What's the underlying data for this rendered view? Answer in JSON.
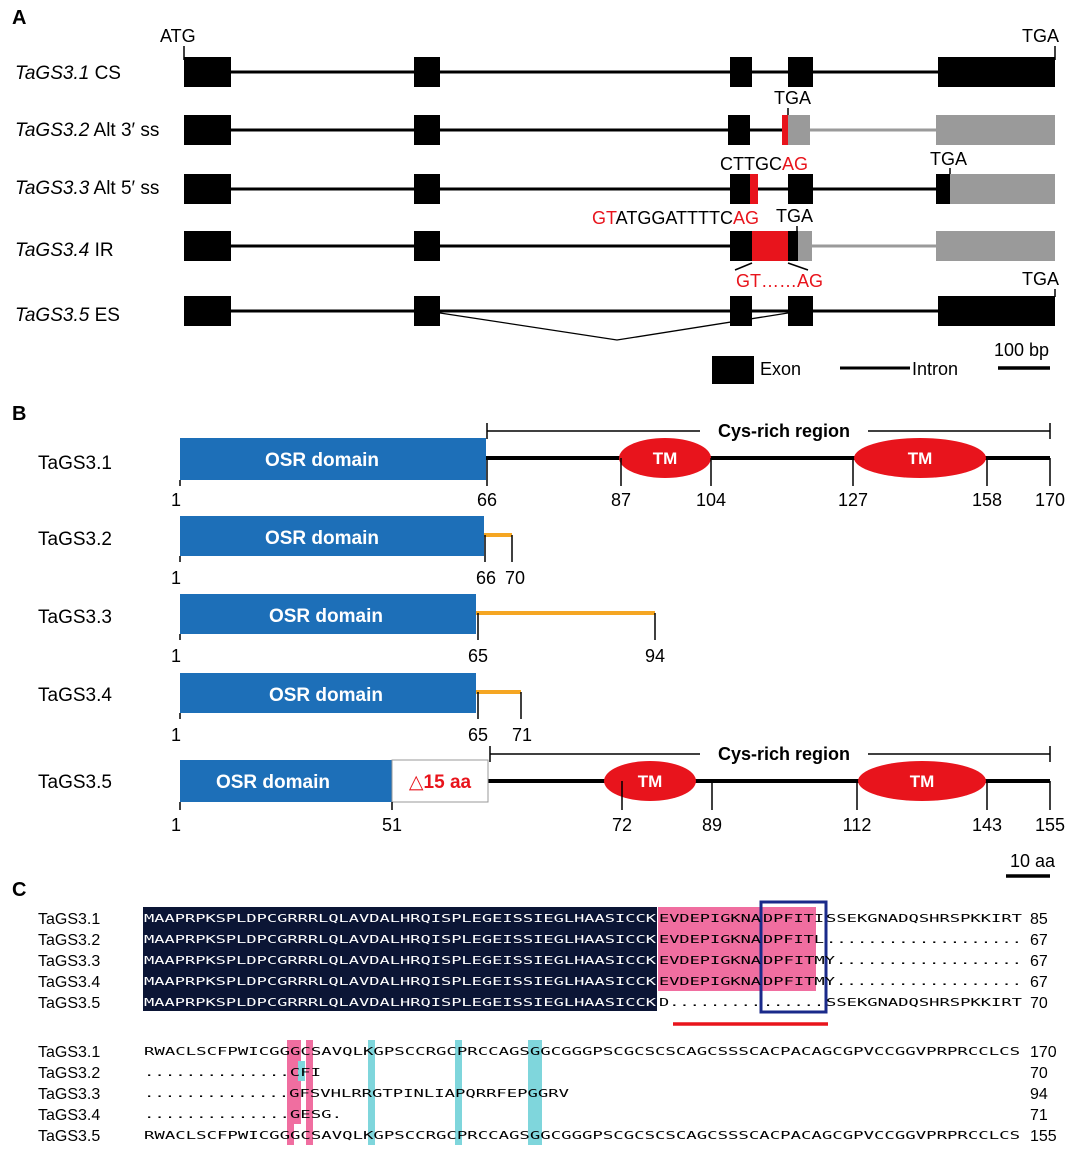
{
  "colors": {
    "exon": "#000000",
    "utr": "#9a9a9a",
    "highlight": "#e8141c",
    "domain": "#1d6fb8",
    "tm": "#e8141c",
    "tail": "#f5a623",
    "pink": "#f06ea0",
    "cyan": "#7fd6dc",
    "box": "#1a2a8a",
    "conserved_bg": "#0b1535"
  },
  "panel_a": {
    "label": "A",
    "start_codon": "ATG",
    "stop_codon": "TGA",
    "transcripts": [
      {
        "name_it": "TaGS3.1",
        "name_rest": " CS"
      },
      {
        "name_it": "TaGS3.2",
        "name_rest": " Alt 3′ ss"
      },
      {
        "name_it": "TaGS3.3",
        "name_rest": " Alt 5′ ss"
      },
      {
        "name_it": "TaGS3.4",
        "name_rest": " IR"
      },
      {
        "name_it": "TaGS3.5",
        "name_rest": " ES"
      }
    ],
    "splice_seq_1_black": "CTTGC",
    "splice_seq_1_red": "AG",
    "splice_seq_2_red_a": "GT",
    "splice_seq_2_black": "ATGGATTTTC",
    "splice_seq_2_red_b": "AG",
    "splice_seq_3_red": "GT……AG",
    "legend_exon": "Exon",
    "legend_intron": "Intron",
    "scale": "100 bp"
  },
  "panel_b": {
    "label": "B",
    "domain_label": "OSR domain",
    "tm_label": "TM",
    "region_label": "Cys-rich region",
    "deletion_symbol": "△",
    "deletion_label": "15 aa",
    "scale": "10 aa",
    "proteins": [
      {
        "name": "TaGS3.1",
        "positions": [
          "1",
          "66",
          "87",
          "104",
          "127",
          "158",
          "170"
        ]
      },
      {
        "name": "TaGS3.2",
        "positions": [
          "1",
          "66",
          "70"
        ]
      },
      {
        "name": "TaGS3.3",
        "positions": [
          "1",
          "65",
          "94"
        ]
      },
      {
        "name": "TaGS3.4",
        "positions": [
          "1",
          "65",
          "71"
        ]
      },
      {
        "name": "TaGS3.5",
        "positions": [
          "1",
          "51",
          "72",
          "89",
          "112",
          "143",
          "155"
        ]
      }
    ]
  },
  "panel_c": {
    "label": "C",
    "block1": [
      {
        "name": "TaGS3.1",
        "conserved": "MAAPRPKSPLDPCGRRRLQLAVDALHRQISPLEGEISSIEGLHAASICCK",
        "pink": "EVDEPIGKNA",
        "boxed": "DPFITI",
        "rest": "SSEKGNADQSHRSPKKIRT",
        "end": "85"
      },
      {
        "name": "TaGS3.2",
        "conserved": "MAAPRPKSPLDPCGRRRLQLAVDALHRQISPLEGEISSIEGLHAASICCK",
        "pink": "EVDEPIGKNA",
        "boxed": "DPFITL",
        "rest": "...................",
        "end": "67"
      },
      {
        "name": "TaGS3.3",
        "conserved": "MAAPRPKSPLDPCGRRRLQLAVDALHRQISPLEGEISSIEGLHAASICCK",
        "pink": "EVDEPIGKNA",
        "boxed": "DPFITMY",
        "rest": "..................",
        "end": "67"
      },
      {
        "name": "TaGS3.4",
        "conserved": "MAAPRPKSPLDPCGRRRLQLAVDALHRQISPLEGEISSIEGLHAASICCK",
        "pink": "EVDEPIGKNA",
        "boxed": "DPFITMY",
        "rest": "..................",
        "end": "67"
      },
      {
        "name": "TaGS3.5",
        "conserved": "MAAPRPKSPLDPCGRRRLQLAVDALHRQISPLEGEISSIEGLHAASICCK",
        "pink": "D.........",
        "boxed": "......",
        "rest": "SSEKGNADQSHRSPKKIRT",
        "end": "70"
      }
    ],
    "block2": [
      {
        "name": "TaGS3.1",
        "seq": "RWACLSCFPWICGGGCSAVQLKGPSCCRGCPRCCAGSGGCGGGPSCGCSCSCAGCSSSCACPACAGCGPVCCGGVPRPRCCLCS",
        "end": "170"
      },
      {
        "name": "TaGS3.2",
        "seq": "..............CFI",
        "end": "70"
      },
      {
        "name": "TaGS3.3",
        "seq": "..............GFSVHLRRGTPINLIAPQRRFEPGGRV",
        "end": "94"
      },
      {
        "name": "TaGS3.4",
        "seq": "..............GESG.",
        "end": "71"
      },
      {
        "name": "TaGS3.5",
        "seq": "RWACLSCFPWICGGGCSAVQLKGPSCCRGCPRCCAGSGGCGGGPSCGCSCSCAGCSSSCACPACAGCGPVCCGGVPRPRCCLCS",
        "end": "155"
      }
    ]
  }
}
